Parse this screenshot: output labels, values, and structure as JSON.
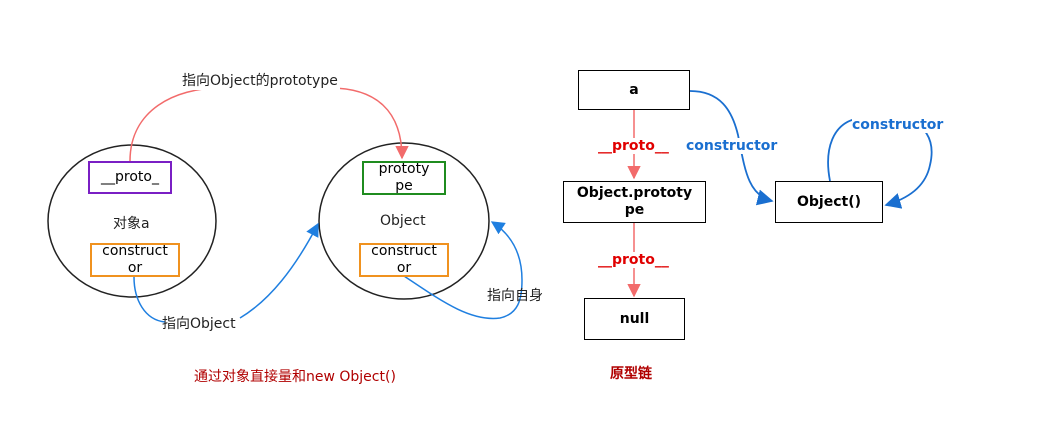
{
  "colors": {
    "red_arrow": "#f26b6b",
    "blue_arrow": "#1f7fe0",
    "dark_red_text": "#b00000",
    "red_label": "#e00000",
    "blue_label": "#1a6fd0",
    "purple_box": "#7a1fc4",
    "green_box": "#1f8c1f",
    "orange_box": "#f0921f",
    "black": "#000000"
  },
  "left_diagram": {
    "top_arrow_label": "指向Object的prototype",
    "object_a": {
      "label": "对象a",
      "proto_box": "__proto_",
      "constructor_box": "construct\nor"
    },
    "object": {
      "label": "Object",
      "prototype_box": "prototy\npe",
      "constructor_box": "construct\nor"
    },
    "points_to_object_label": "指向Object",
    "points_to_self_label": "指向自身",
    "caption": "通过对象直接量和new Object()"
  },
  "right_diagram": {
    "node_a": "a",
    "node_prototype": "Object.prototy\npe",
    "node_null": "null",
    "node_object_fn": "Object()",
    "proto_label_1": "__proto__",
    "proto_label_2": "__proto__",
    "constructor_label_1": "constructor",
    "constructor_label_2": "constructor",
    "caption": "原型链"
  },
  "icons": {
    "arrowhead": "arrow-head-icon"
  }
}
